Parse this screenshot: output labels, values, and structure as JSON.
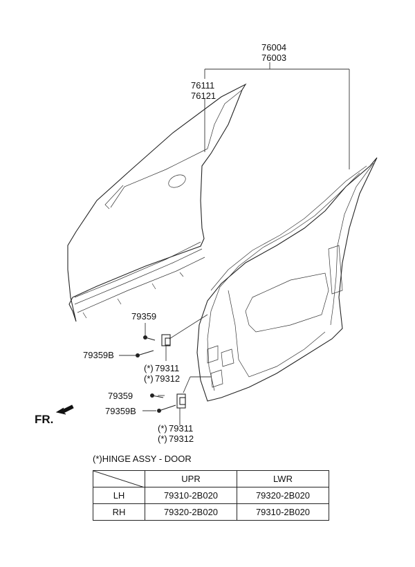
{
  "labels": {
    "assy_lh": "76004",
    "assy_rh": "76003",
    "panel_lh": "76111",
    "panel_rh": "76121",
    "bolt_upper": "79359",
    "bolt_upper_b": "79359B",
    "hinge_upper_1": "79311",
    "hinge_upper_2": "79312",
    "bolt_lower": "79359",
    "bolt_lower_b": "79359B",
    "hinge_lower_1": "79311",
    "hinge_lower_2": "79312",
    "hinge_mark": "(*)",
    "front_indicator": "FR."
  },
  "table": {
    "caption": "(*)HINGE ASSY - DOOR",
    "headers": [
      "",
      "UPR",
      "LWR"
    ],
    "rows": [
      {
        "side": "LH",
        "upr": "79310-2B020",
        "lwr": "79320-2B020"
      },
      {
        "side": "RH",
        "upr": "79320-2B020",
        "lwr": "79310-2B020"
      }
    ]
  }
}
